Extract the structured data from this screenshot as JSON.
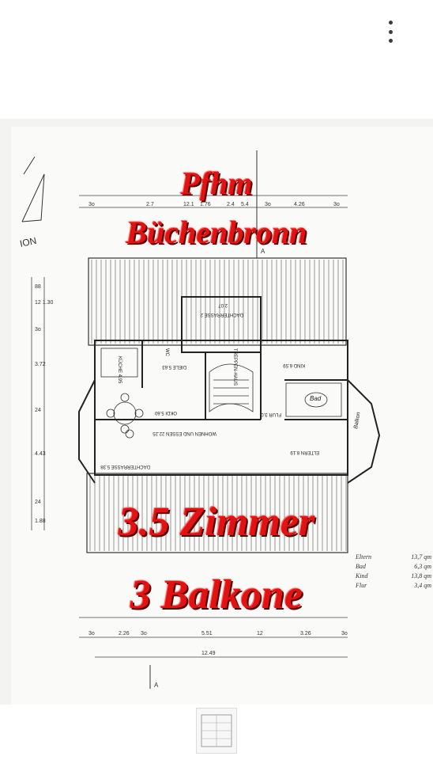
{
  "toolbar": {
    "menu_icon": "kebab-vertical-icon"
  },
  "listing_image": {
    "overlay_lines": [
      "Pfhm",
      "Büchenbronn",
      "3.5 Zimmer",
      "3 Balkone"
    ],
    "room_labels": {
      "dachterrasse_top": "DACHTERRASSE 2",
      "area_top": "2.07",
      "treppenhaus": "TREPPEN-HAUS",
      "kueche": "KÜCHE 4.95",
      "wc": "WC",
      "diele": "DIELE 5.63",
      "okdi": "OKDI 5.60",
      "kind": "KIND 6.59",
      "bad": "Bad",
      "flur": "FLUR 3.0",
      "eltern": "ELTERN 8.19",
      "wohnen": "WOHNEN UND ESSEN 22.25",
      "dachterrasse_bottom": "DACHTERRASSE 5.38",
      "balkon": "Balkon"
    },
    "dimensions_top": [
      "3o",
      "2.7",
      "12.1",
      "1.76",
      "2.4",
      "5.4",
      "3o",
      "4.26",
      "3o"
    ],
    "dimensions_bottom": [
      "3o",
      "2.26",
      "3o",
      "5.51",
      "12",
      "3.26",
      "3o"
    ],
    "dimension_total": "12.49",
    "dimensions_left": [
      "88",
      "12 1.30",
      "3o",
      "3.72",
      "24",
      "4.43",
      "24",
      "1.88"
    ],
    "legend": [
      {
        "room": "Eltern",
        "area": "13,7 qm"
      },
      {
        "room": "Bad",
        "area": "6,3 qm"
      },
      {
        "room": "Kind",
        "area": "13,8 qm"
      },
      {
        "room": "Flur",
        "area": "3,4 qm"
      }
    ],
    "compass_label": "ION"
  },
  "thumbnails": [
    {
      "label": "floor-plan-thumbnail"
    }
  ]
}
